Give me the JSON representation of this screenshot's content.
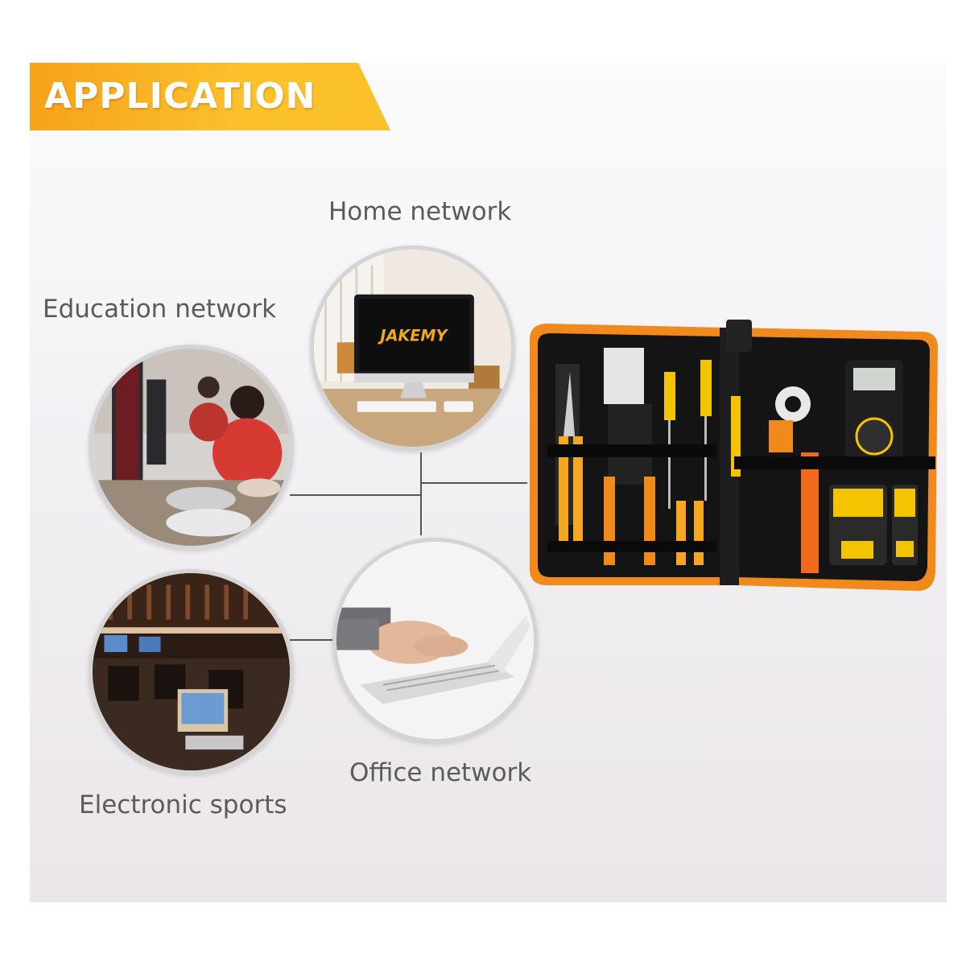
{
  "banner": {
    "title": "APPLICATION",
    "colors": {
      "start": "#f7a21a",
      "end": "#fbc22c"
    }
  },
  "labels": {
    "home": "Home network",
    "education": "Education network",
    "office": "Office network",
    "esports": "Electronic sports"
  },
  "monitor_brand": "JAKEMY",
  "brand_colors": {
    "orange": "#f08a1c",
    "yellow": "#f5c400",
    "case_black": "#141414"
  }
}
